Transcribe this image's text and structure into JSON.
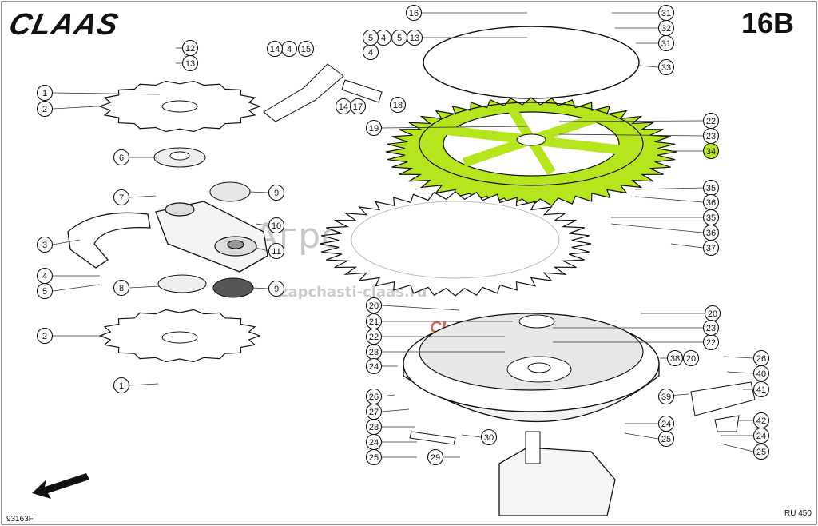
{
  "header": {
    "brand": "CLAAS",
    "page_code": "16B"
  },
  "footer": {
    "drawing_no": "93163F",
    "model": "RU 450"
  },
  "watermark": {
    "text": "Агроимпорт",
    "url": "zapchasti-claas.ru",
    "logo_text": "CLAAS"
  },
  "highlight_color": "#b5e61d",
  "accent_color": "#e0392b",
  "callouts": [
    "1",
    "2",
    "3",
    "4",
    "5",
    "6",
    "7",
    "8",
    "9",
    "10",
    "11",
    "12",
    "13",
    "14",
    "15",
    "16",
    "17",
    "18",
    "19",
    "20",
    "21",
    "22",
    "23",
    "24",
    "25",
    "26",
    "27",
    "28",
    "29",
    "30",
    "31",
    "32",
    "33",
    "34",
    "35",
    "36",
    "37",
    "38",
    "39",
    "40",
    "41",
    "42"
  ],
  "highlighted_part": "34"
}
